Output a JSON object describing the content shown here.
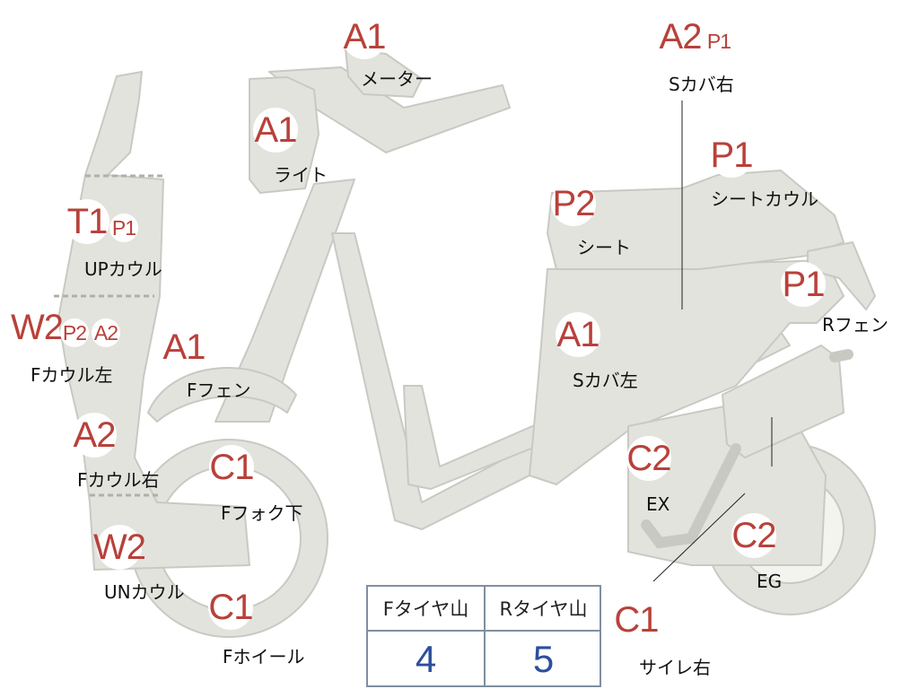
{
  "colors": {
    "body_fill": "#e3e3de",
    "body_stroke": "#c9c9c4",
    "grade_text": "#b8413a",
    "tire_value": "#2d4e9c",
    "table_border": "#7f8fa0"
  },
  "parts": {
    "meter": {
      "grade": "A1",
      "label": "メーター"
    },
    "light": {
      "grade": "A1",
      "label": "ライト"
    },
    "up_cowl": {
      "grade": "T1",
      "sub": "P1",
      "label": "UPカウル"
    },
    "f_cowl_left": {
      "grade": "W2",
      "sub1": "P2",
      "sub2": "A2",
      "label": "Fカウル左"
    },
    "f_fender": {
      "grade": "A1",
      "label": "Fフェン"
    },
    "f_cowl_right": {
      "grade": "A2",
      "label": "Fカウル右"
    },
    "f_fork_lower": {
      "grade": "C1",
      "label": "Fフォク下"
    },
    "un_cowl": {
      "grade": "W2",
      "label": "UNカウル"
    },
    "f_wheel": {
      "grade": "C1",
      "label": "Fホイール"
    },
    "s_cover_right": {
      "grade": "A2",
      "sub": "P1",
      "label": "Sカバ右"
    },
    "seat_cowl": {
      "grade": "P1",
      "label": "シートカウル"
    },
    "seat": {
      "grade": "P2",
      "label": "シート"
    },
    "r_fender": {
      "grade": "P1",
      "label": "Rフェン"
    },
    "s_cover_left": {
      "grade": "A1",
      "label": "Sカバ左"
    },
    "exhaust": {
      "grade": "C2",
      "label": "EX"
    },
    "engine": {
      "grade": "C2",
      "label": "EG"
    },
    "muffler_right": {
      "grade": "C1",
      "label": "サイレ右"
    }
  },
  "tire_table": {
    "front_header": "Fタイヤ山",
    "rear_header": "Rタイヤ山",
    "front_value": "4",
    "rear_value": "5"
  }
}
